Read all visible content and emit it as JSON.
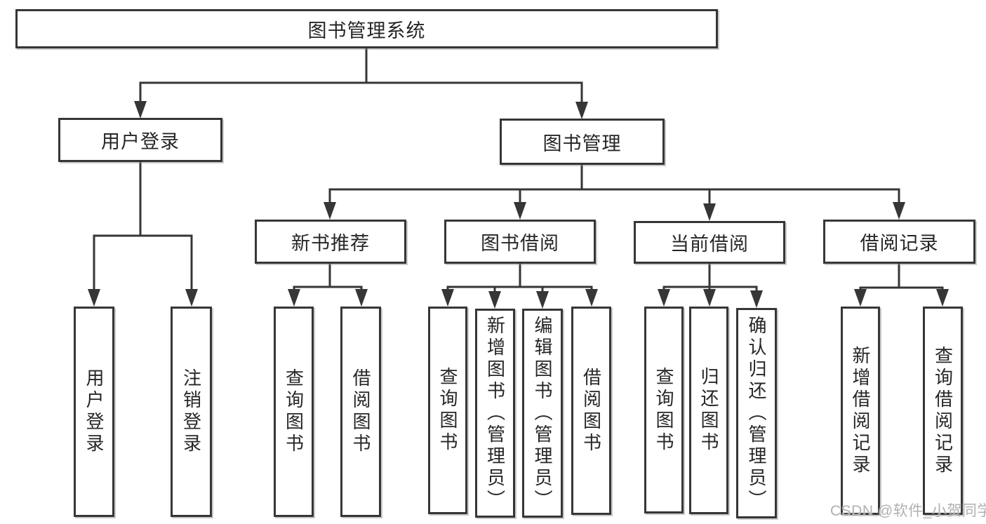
{
  "diagram_title": "图书管理系统",
  "colors": {
    "line": "#363636",
    "box_border": "#363636",
    "box_background": "#ffffff",
    "text": "#262626",
    "watermark": "#b0b0b0"
  },
  "nodes": {
    "root": "图书管理系统",
    "user_login": "用户登录",
    "book_mgmt": "图书管理",
    "new_book_rec": "新书推荐",
    "book_borrow": "图书借阅",
    "current_borrow": "当前借阅",
    "borrow_records": "借阅记录",
    "leaf_user_login": "用户登录",
    "leaf_logout": "注销登录",
    "leaf_rec_query": "查询图书",
    "leaf_rec_borrow": "借阅图书",
    "leaf_bb_query": "查询图书",
    "leaf_bb_add": "新增图书（管理员）",
    "leaf_bb_edit": "编辑图书（管理员）",
    "leaf_bb_borrow": "借阅图书",
    "leaf_cb_query": "查询图书",
    "leaf_cb_return": "归还图书",
    "leaf_cb_confirm": "确认归还（管理员）",
    "leaf_br_add": "新增借阅记录",
    "leaf_br_query": "查询借阅记录"
  },
  "watermark": "CSDN @软件_小贺同学"
}
